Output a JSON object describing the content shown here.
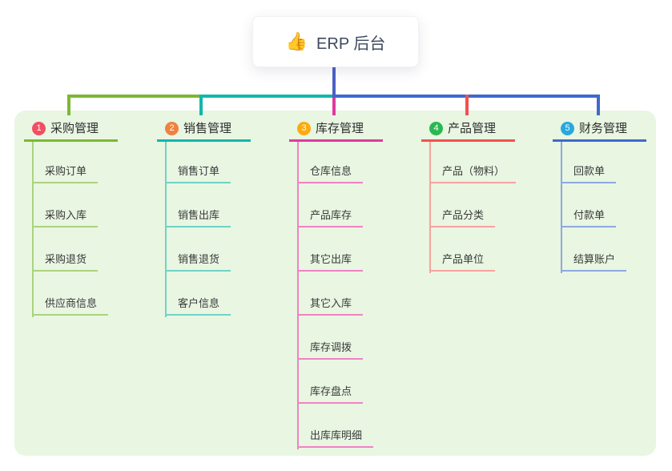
{
  "root": {
    "icon": "👍",
    "title": "ERP 后台"
  },
  "panel": {
    "background": "#e8f6e2"
  },
  "root_connector_color": "#4b60c6",
  "branches": [
    {
      "index": "1",
      "title": "采购管理",
      "badge_color": "#f24f62",
      "line_color": "#7db832",
      "child_line_color": "#abd37e",
      "children": [
        "采购订单",
        "采购入库",
        "采购退货",
        "供应商信息"
      ]
    },
    {
      "index": "2",
      "title": "销售管理",
      "badge_color": "#f0813f",
      "line_color": "#12b7aa",
      "child_line_color": "#72d2c6",
      "children": [
        "销售订单",
        "销售出库",
        "销售退货",
        "客户信息"
      ]
    },
    {
      "index": "3",
      "title": "库存管理",
      "badge_color": "#fbab11",
      "line_color": "#df3a9e",
      "child_line_color": "#f083c4",
      "children": [
        "仓库信息",
        "产品库存",
        "其它出库",
        "其它入库",
        "库存调拨",
        "库存盘点",
        "出库库明细"
      ]
    },
    {
      "index": "4",
      "title": "产品管理",
      "badge_color": "#2ab852",
      "line_color": "#f0524f",
      "child_line_color": "#f8a29e",
      "children": [
        "产品（物料）",
        "产品分类",
        "产品单位"
      ]
    },
    {
      "index": "5",
      "title": "财务管理",
      "badge_color": "#29a7de",
      "line_color": "#3f69cf",
      "child_line_color": "#8fa8e0",
      "children": [
        "回款单",
        "付款单",
        "结算账户"
      ]
    }
  ]
}
